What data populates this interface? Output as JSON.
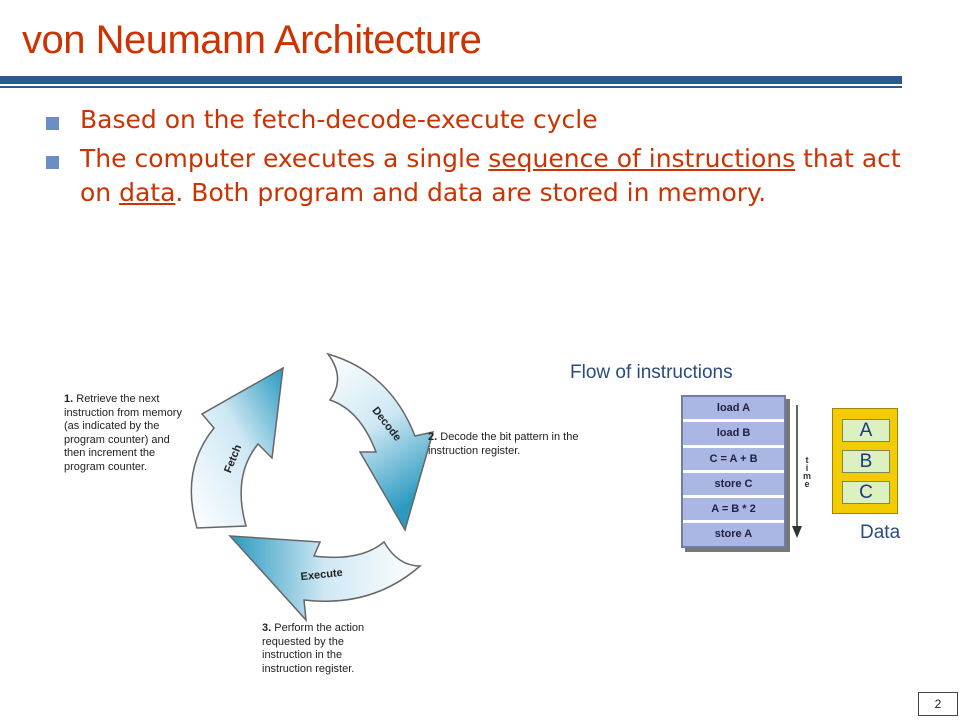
{
  "title": "von Neumann Architecture",
  "bullets": [
    {
      "parts": [
        "Based on the fetch-decode-execute cycle"
      ]
    },
    {
      "parts": [
        "The computer executes a single ",
        "sequence of instructions",
        " that act on ",
        "data",
        ". Both program and data are stored in memory."
      ]
    }
  ],
  "cycle": {
    "arrows": [
      "Fetch",
      "Decode",
      "Execute"
    ],
    "steps": [
      {
        "num": "1.",
        "text": "Retrieve the next instruction from memory (as indicated by the program counter) and then increment the program counter."
      },
      {
        "num": "2.",
        "text": "Decode the bit pattern in the instruction register."
      },
      {
        "num": "3.",
        "text": "Perform the action requested by the instruction in the instruction register."
      }
    ]
  },
  "flow": {
    "title": "Flow of instructions",
    "instructions": [
      "load A",
      "load B",
      "C = A + B",
      "store C",
      "A = B * 2",
      "store A"
    ],
    "time_label": "time"
  },
  "data": {
    "cells": [
      "A",
      "B",
      "C"
    ],
    "label": "Data"
  },
  "page_number": "2",
  "colors": {
    "title": "#cc3300",
    "rule": "#2d5a8c",
    "bullet": "#6b8fc4",
    "arrow_light": "#e8f4fa",
    "arrow_dark": "#2a9ac0",
    "data_box": "#f2cc00"
  }
}
